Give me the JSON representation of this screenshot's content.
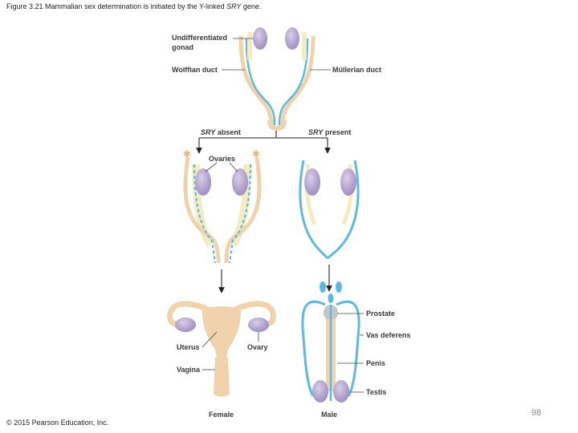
{
  "caption": {
    "prefix": "Figure 3.21 Mammalian sex determination is initiated by the Y-linked ",
    "gene_italic": "SRY",
    "suffix": " gene."
  },
  "labels": {
    "undifferentiated_line1": "Undifferentiated",
    "undifferentiated_line2": "gonad",
    "wolffian_duct": "Wolffian duct",
    "mullerian_duct": "Müllerian duct",
    "sry_absent_gene": "SRY",
    "sry_absent_word": " absent",
    "sry_present_gene": "SRY",
    "sry_present_word": " present",
    "ovaries": "Ovaries",
    "prostate": "Prostate",
    "vas_deferens": "Vas deferens",
    "uterus": "Uterus",
    "ovary": "Ovary",
    "penis": "Penis",
    "vagina": "Vagina",
    "testis": "Testis",
    "female": "Female",
    "male": "Male"
  },
  "footer": {
    "copyright": "© 2015 Pearson Education, Inc.",
    "page_number": "98"
  },
  "colors": {
    "wolffian_blue": "#5fb8e0",
    "mullerian_yellow": "#f4ecc0",
    "tissue_beige": "#f0d3ad",
    "gonad_purple": "#b9a8d2"
  }
}
